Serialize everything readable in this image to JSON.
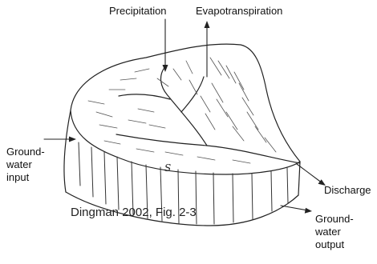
{
  "labels": {
    "precipitation": "Precipitation",
    "evapotranspiration": "Evapotranspiration",
    "gw_input_1": "Ground-",
    "gw_input_2": "water",
    "gw_input_3": "input",
    "discharge": "Discharge",
    "gw_output_1": "Ground-",
    "gw_output_2": "water",
    "gw_output_3": "output",
    "storage_symbol": "S"
  },
  "caption": "Dingman 2002, Fig. 2-3"
}
